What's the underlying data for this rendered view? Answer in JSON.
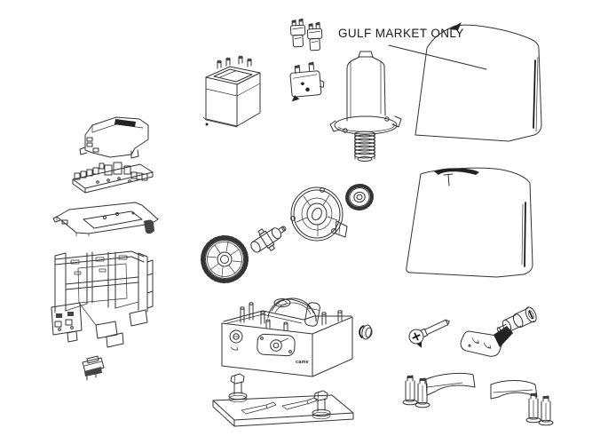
{
  "annotation": {
    "label": "GULF MARKET ONLY"
  },
  "brand_mark": "came",
  "colors": {
    "background": "#ffffff",
    "line": "#333333",
    "dark_fill": "#222222",
    "text": "#1a1a1a"
  },
  "diagram": {
    "type": "exploded-parts-diagram",
    "parts": [
      "small-plug-connectors",
      "micro-switch",
      "transformer",
      "motor-with-worm",
      "annotation-leader",
      "top-cover",
      "side-cover",
      "control-board-cover",
      "control-board",
      "board-base-plate",
      "chassis-frame",
      "limit-switch",
      "drive-gear",
      "coupling",
      "clutch-flange-wheel",
      "pinion-gear",
      "gearmotor-housing",
      "brand-logo",
      "foundation-plate",
      "anchor-bolts",
      "grommet",
      "fixing-screw",
      "release-cover",
      "release-wedge",
      "lock-cylinder",
      "bracket-left",
      "bracket-right"
    ]
  }
}
